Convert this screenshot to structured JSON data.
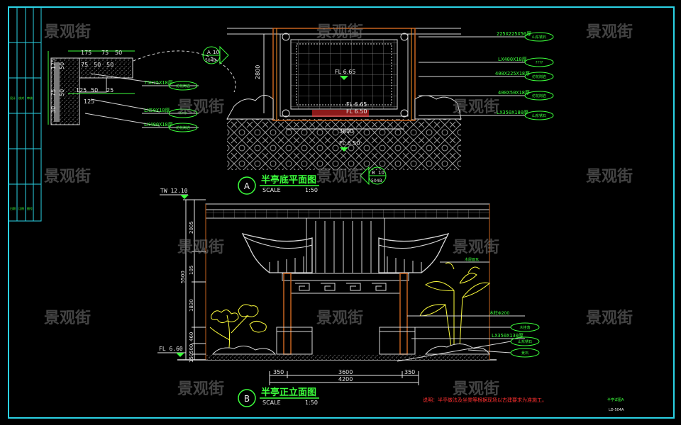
{
  "watermark": "景观街",
  "colors": {
    "frame": "#2bd3e6",
    "line": "#d9d9d9",
    "title": "#3cff3c",
    "dim": "#e8e8e8",
    "yellow": "#ffff3c",
    "magenta": "#ff3cff",
    "red": "#ff3030",
    "brown": "#c86420",
    "orange": "#ff9628",
    "hatch": "#9a9a9a"
  },
  "plan_view": {
    "circle_letter": "A",
    "title": "半亭底平面图",
    "scale_label": "SCALE",
    "scale_value": "1:50",
    "levels": [
      "FL 6.65",
      "FL 6.65",
      "FL 6.50",
      "FL 6.50"
    ],
    "dim_2800": "2800",
    "dim_3600": "3600",
    "section_marker": {
      "letter": "A",
      "num": "10",
      "ref": "504B"
    },
    "section_marker_b": {
      "letter": "B",
      "num": "10",
      "ref": "504B"
    },
    "callouts": [
      {
        "spec": "225X225X50厚",
        "tag": "山东锈石"
      },
      {
        "spec": "LX400X18厚",
        "tag": "????"
      },
      {
        "spec": "400X225X18厚",
        "tag": "仿花岗岩"
      },
      {
        "spec": "400X50X18厚",
        "tag": "仿花岗岩"
      },
      {
        "spec": "LX350X180厚",
        "tag": "山东锈石"
      }
    ]
  },
  "detail": {
    "dims_top": [
      "175",
      "75",
      "50"
    ],
    "dims_row2": [
      "75",
      "50",
      "50"
    ],
    "dims_mid": [
      "125",
      "50",
      "25"
    ],
    "dims_bottom": [
      "125"
    ],
    "dims_left": [
      "175",
      "50",
      "75",
      "50",
      "30"
    ],
    "callouts": [
      {
        "spec": "75X75X18厚",
        "tag": "仿花岗岩"
      },
      {
        "spec": "LX50X18厚",
        "tag": "????"
      },
      {
        "spec": "LX400X18厚",
        "tag": "仿花岗岩"
      }
    ]
  },
  "elevation": {
    "circle_letter": "B",
    "title": "半亭正立面图",
    "scale_label": "SCALE",
    "scale_value": "1:50",
    "top_level": "TW 12.10",
    "floor_level": "FL 6.60",
    "vertical_dims": [
      "2005",
      "5500",
      "105",
      "1830",
      "460",
      "500",
      "150"
    ],
    "dims_bottom": [
      "350",
      "3600",
      "350"
    ],
    "dim_total": "4200",
    "callouts": [
      {
        "text": "木屋面瓦",
        "color": "green"
      },
      {
        "text": "木柱Φ200",
        "color": "green"
      },
      {
        "text": "木挂落",
        "color": "green"
      },
      {
        "text": "LX350X130厚",
        "color": "green"
      },
      {
        "text": "山东锈石",
        "color": "green"
      },
      {
        "text": "景石",
        "color": "green"
      }
    ]
  },
  "note": "说明：半亭做法及坐凳等根据现场以古建要求为准施工。",
  "sheet_name": "半亭详图A",
  "sheet_no": "LD-504A",
  "titleblock": {
    "rows_a": [
      "设计",
      "校对",
      "审核"
    ],
    "rows_b": [
      "日期",
      "比例",
      "图号"
    ]
  }
}
